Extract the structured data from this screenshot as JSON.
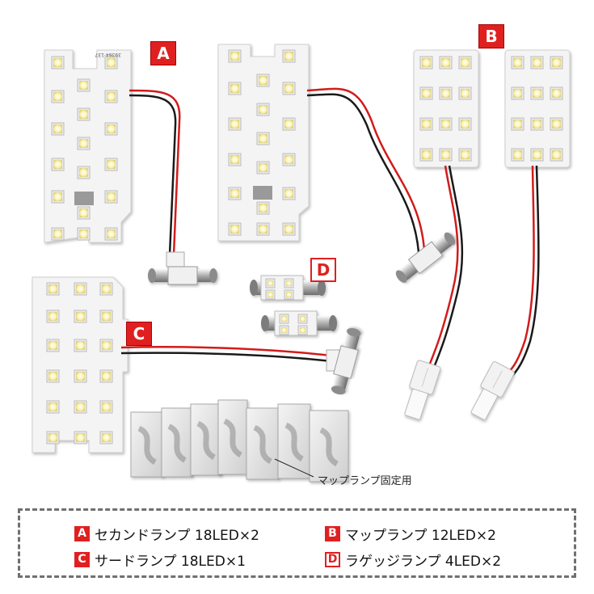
{
  "labels": {
    "a": "A",
    "b": "B",
    "c": "C",
    "d": "D"
  },
  "annotation": "マップランプ固定用",
  "board_print": "39364·137",
  "legend": [
    {
      "tag": "A",
      "text": "セカンドランプ 18LED×2"
    },
    {
      "tag": "B",
      "text": "マップランプ 12LED×2"
    },
    {
      "tag": "C",
      "text": "サードランプ 18LED×1"
    },
    {
      "tag": "D",
      "text": "ラゲッジランプ 4LED×2"
    }
  ],
  "colors": {
    "accent_red": "#e02020",
    "board_white": "#f5f5f5",
    "led_yellow": "#f2e79a",
    "wire_red": "#d21b1b",
    "wire_black": "#1a1a1a",
    "legend_border": "#707070"
  }
}
